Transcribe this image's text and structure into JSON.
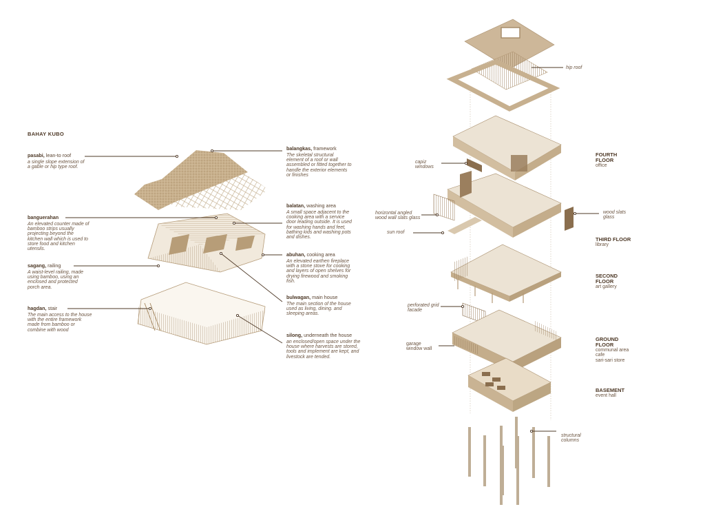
{
  "left_panel": {
    "title": "BAHAY KUBO",
    "left_labels": [
      {
        "term": "pasabi,",
        "subtitle": " lean-to roof",
        "description": "a single slope extension of a gable or hip type roof."
      },
      {
        "term": "banguerahan",
        "subtitle": "",
        "description": "An elevated counter made of bamboo strips usually projecting beyond the kitchen wall which is used to store food and kitchen utensils."
      },
      {
        "term": "sagang,",
        "subtitle": " railing",
        "description": "A waist-level railing, made using bamboo, using an enclosed and protected porch area."
      },
      {
        "term": "hagdan,",
        "subtitle": " stair",
        "description": "The main access to the house with the entire framework made from bamboo or combine with wood"
      }
    ],
    "right_labels": [
      {
        "term": "balangkas,",
        "subtitle": " framework",
        "description": "The skeletal structural element of a roof or wall assembled or fitted together to handle the exterior elements or finishes"
      },
      {
        "term": "balatan,",
        "subtitle": " washing area",
        "description": "A small space adjacent to the cooking area with a service door leading outside. It is used for washing hands and feet, bathing kids and washing pots and dishes."
      },
      {
        "term": "abuhan,",
        "subtitle": " cooking area",
        "description": "An elevated earthen fireplace with a stone stove for cooking and layers of open shelves for drying firewood and smoking fish."
      },
      {
        "term": "bulwagan,",
        "subtitle": " main house",
        "description": "The main section of the house used as living, dining. and sleeping areas."
      },
      {
        "term": "silong,",
        "subtitle": " underneath the house",
        "description": "an enclosed/open space under the house where harvests are stored, tools and implement are kept, and livestock are tended."
      }
    ]
  },
  "right_panel": {
    "callouts": {
      "hip_roof": "hip roof",
      "capiz_windows": "capiz windows",
      "horizontal_slats": "horizontal angled wood wall slats glass",
      "sun_roof": "sun roof",
      "wood_slats_glass": "wood slats glass",
      "perforated_facade": "perforated grid facade",
      "garage_window_wall": "garage window wall",
      "structural_columns": "structural columns"
    },
    "floors": [
      {
        "name": "FOURTH FLOOR",
        "uses": [
          "office"
        ]
      },
      {
        "name": "THIRD FLOOR",
        "uses": [
          "library"
        ]
      },
      {
        "name": "SECOND FLOOR",
        "uses": [
          "art gallery"
        ]
      },
      {
        "name": "GROUND FLOOR",
        "uses": [
          "communal area",
          "cafe",
          "sari-sari store"
        ]
      },
      {
        "name": "BASEMENT",
        "uses": [
          "event hall"
        ]
      }
    ]
  },
  "colors": {
    "ink": "#4d3826",
    "drawing_tan": "#c9b393",
    "drawing_dark": "#8a6e4e",
    "drawing_light": "#ece3d4",
    "background": "#ffffff"
  }
}
